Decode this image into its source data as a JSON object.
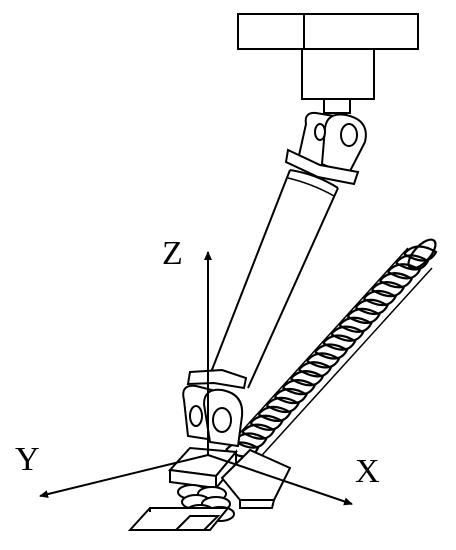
{
  "axes": {
    "x_label": "X",
    "y_label": "Y",
    "z_label": "Z"
  },
  "colors": {
    "line": "#000000",
    "background": "#ffffff"
  }
}
